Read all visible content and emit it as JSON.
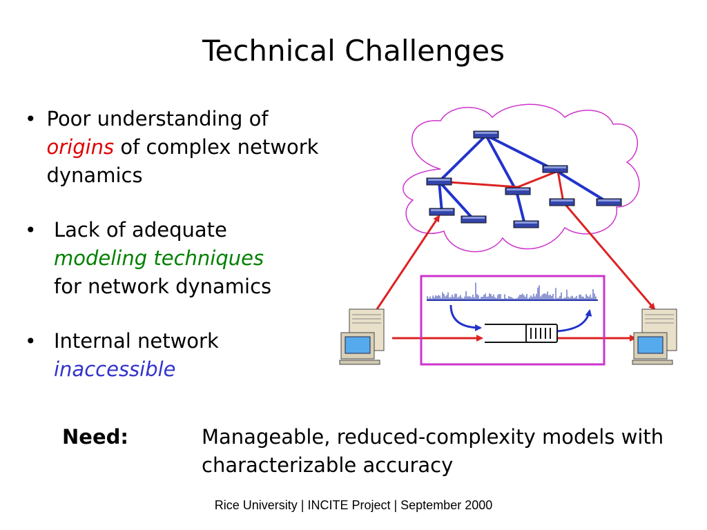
{
  "title": "Technical Challenges",
  "bullets": [
    {
      "pre": "Poor understanding of ",
      "emphasis": "origins",
      "emphasis_color": "#e00000",
      "post": " of complex network dynamics",
      "break_before_emphasis": true
    },
    {
      "pre": "Lack of adequate ",
      "emphasis": "modeling techniques",
      "emphasis_color": "#008000",
      "post": " for network dynamics",
      "break_before_emphasis": true
    },
    {
      "pre": "Internal network ",
      "emphasis": "inaccessible",
      "emphasis_color": "#3333cc",
      "post": "",
      "break_before_emphasis": true
    }
  ],
  "bullet_symbol": "•",
  "need": {
    "label": "Need:",
    "text": "Manageable, reduced-complexity models with characterizable accuracy"
  },
  "footer": "Rice University | INCITE Project | September 2000",
  "diagram": {
    "cloud_color": "#cc33cc",
    "blue_link_color": "#2233cc",
    "red_link_color": "#dd2222",
    "box_color": "#cc33cc",
    "icons": [
      "router-icon",
      "computer-icon",
      "queue-icon",
      "traffic-trace-icon"
    ]
  }
}
